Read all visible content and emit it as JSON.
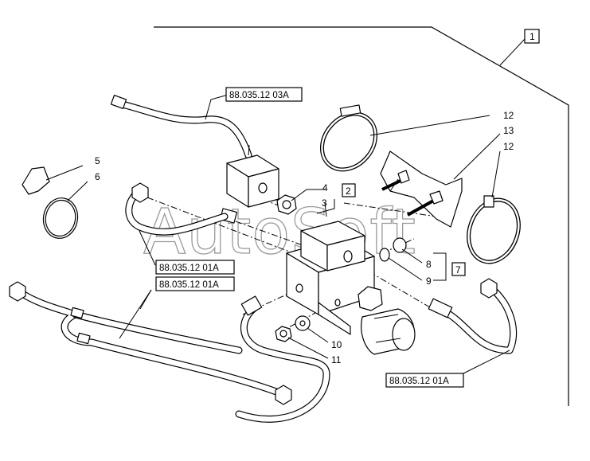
{
  "watermark": "AutoSoft",
  "callouts": {
    "n1": "1",
    "n2": "2",
    "n3": "3",
    "n4": "4",
    "n5": "5",
    "n6": "6",
    "n7": "7",
    "n8": "8",
    "n9": "9",
    "n10": "10",
    "n11": "11",
    "n12a": "12",
    "n12b": "12",
    "n13": "13"
  },
  "refs": {
    "ref_top": "88.035.12 03A",
    "ref_left1": "88.035.12 01A",
    "ref_left2": "88.035.12 01A",
    "ref_right": "88.035.12 01A"
  },
  "icons": [
    "hydraulic-valve-block",
    "hose-clamp",
    "hydraulic-pipe",
    "bracket",
    "nut",
    "washer",
    "fitting"
  ]
}
